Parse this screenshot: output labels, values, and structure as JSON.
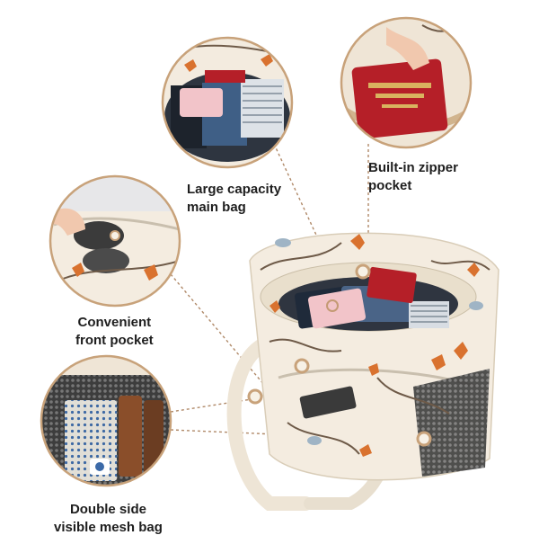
{
  "callouts": {
    "main_bag": {
      "line1": "Large capacity",
      "line2": "main bag"
    },
    "zipper_pocket": {
      "line1": "Built-in zipper",
      "line2": "pocket"
    },
    "front_pocket": {
      "line1": "Convenient",
      "line2": "front pocket"
    },
    "mesh_bag": {
      "line1": "Double side",
      "line2": "visible mesh bag"
    }
  },
  "colors": {
    "ring": "#c8a27a",
    "leader_line": "#b08968",
    "bag_canvas": "#f4ece0",
    "leaf_orange": "#d9722f",
    "passport_red": "#b51f28",
    "card_pink": "#f2c4c9"
  }
}
